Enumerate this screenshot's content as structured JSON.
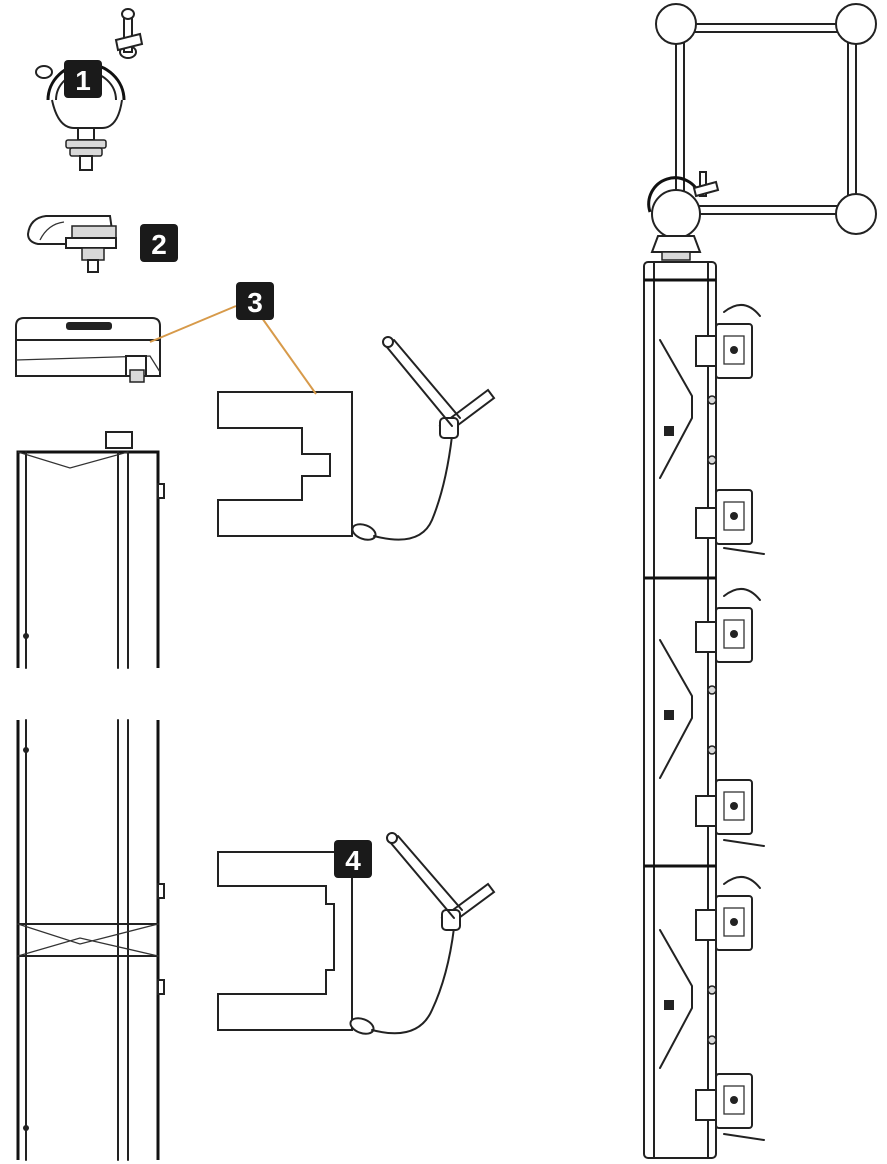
{
  "callouts": [
    {
      "id": "1",
      "label": "1"
    },
    {
      "id": "2",
      "label": "2"
    },
    {
      "id": "3",
      "label": "3"
    },
    {
      "id": "4",
      "label": "4"
    }
  ],
  "colors": {
    "line": "#222222",
    "badge": "#1a1a1a",
    "badge_text": "#ffffff",
    "leader": "#d79a4a"
  },
  "components": [
    {
      "callout": "1",
      "icon": "truss-clamp-icon"
    },
    {
      "callout": "2",
      "icon": "wing-nut-icon"
    },
    {
      "callout": "3",
      "icon": "fly-bracket-icon"
    },
    {
      "callout": "4",
      "icon": "fly-bracket-icon"
    }
  ]
}
